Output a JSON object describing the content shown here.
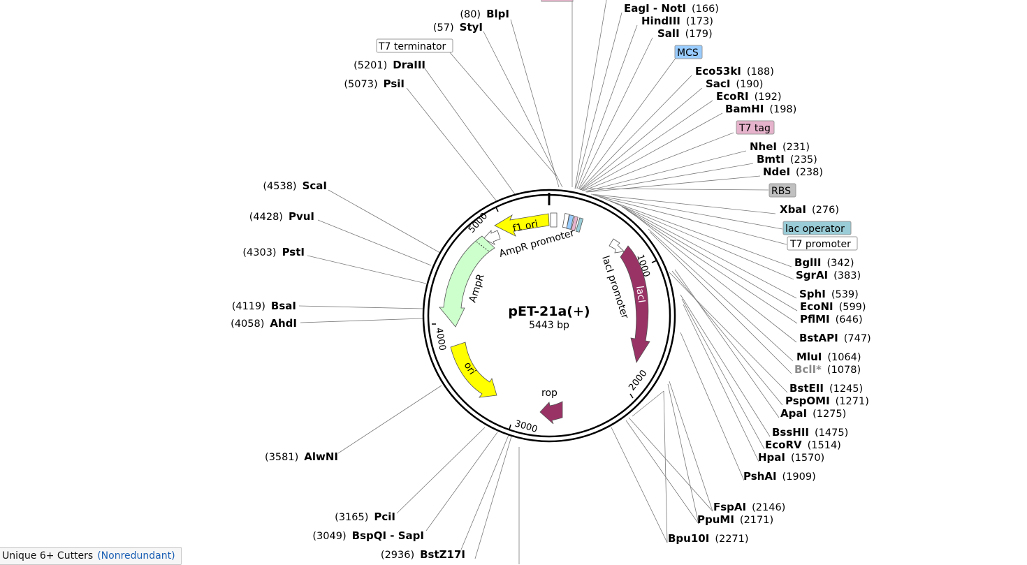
{
  "plasmid": {
    "name": "pET-21a(+)",
    "length_label": "5443 bp"
  },
  "ruler_labels": [
    "1000",
    "2000",
    "3000",
    "4000",
    "5000"
  ],
  "enzymes": [
    {
      "name": "BlpI",
      "pos": "(80)"
    },
    {
      "name": "StyI",
      "pos": "(57)"
    },
    {
      "name": "DraIII",
      "pos": "(5201)"
    },
    {
      "name": "PsiI",
      "pos": "(5073)"
    },
    {
      "name": "EagI - NotI",
      "pos": "(166)"
    },
    {
      "name": "HindIII",
      "pos": "(173)"
    },
    {
      "name": "SalI",
      "pos": "(179)"
    },
    {
      "name": "Eco53kI",
      "pos": "(188)"
    },
    {
      "name": "SacI",
      "pos": "(190)"
    },
    {
      "name": "EcoRI",
      "pos": "(192)"
    },
    {
      "name": "BamHI",
      "pos": "(198)"
    },
    {
      "name": "NheI",
      "pos": "(231)"
    },
    {
      "name": "BmtI",
      "pos": "(235)"
    },
    {
      "name": "NdeI",
      "pos": "(238)"
    },
    {
      "name": "XbaI",
      "pos": "(276)"
    },
    {
      "name": "BglII",
      "pos": "(342)"
    },
    {
      "name": "SgrAI",
      "pos": "(383)"
    },
    {
      "name": "SphI",
      "pos": "(539)"
    },
    {
      "name": "EcoNI",
      "pos": "(599)"
    },
    {
      "name": "PflMI",
      "pos": "(646)"
    },
    {
      "name": "BstAPI",
      "pos": "(747)"
    },
    {
      "name": "MluI",
      "pos": "(1064)"
    },
    {
      "name": "BclI*",
      "pos": "(1078)"
    },
    {
      "name": "BstEII",
      "pos": "(1245)"
    },
    {
      "name": "PspOMI",
      "pos": "(1271)"
    },
    {
      "name": "ApaI",
      "pos": "(1275)"
    },
    {
      "name": "BssHII",
      "pos": "(1475)"
    },
    {
      "name": "EcoRV",
      "pos": "(1514)"
    },
    {
      "name": "HpaI",
      "pos": "(1570)"
    },
    {
      "name": "PshAI",
      "pos": "(1909)"
    },
    {
      "name": "FspAI",
      "pos": "(2146)"
    },
    {
      "name": "PpuMI",
      "pos": "(2171)"
    },
    {
      "name": "Bpu10I",
      "pos": "(2271)"
    },
    {
      "name": "ScaI",
      "pos": "(4538)"
    },
    {
      "name": "PvuI",
      "pos": "(4428)"
    },
    {
      "name": "PstI",
      "pos": "(4303)"
    },
    {
      "name": "BsaI",
      "pos": "(4119)"
    },
    {
      "name": "AhdI",
      "pos": "(4058)"
    },
    {
      "name": "AlwNI",
      "pos": "(3581)"
    },
    {
      "name": "PciI",
      "pos": "(3165)"
    },
    {
      "name": "BspQI - SapI",
      "pos": "(3049)"
    },
    {
      "name": "BstZ17I",
      "pos": "(2936)"
    }
  ],
  "feature_labels": [
    "T7 terminator",
    "MCS",
    "T7 tag",
    "RBS",
    "lac operator",
    "T7 promoter"
  ],
  "inner_labels": [
    "f1 ori",
    "AmpR promoter",
    "AmpR",
    "ori",
    "rop",
    "lacI",
    "lacI promoter"
  ],
  "colors": {
    "f1_ori": "#ffff00",
    "ori": "#ffff00",
    "ampr": "#ccffcc",
    "laci": "#993366",
    "rop": "#993366",
    "mcs": "#99ccff",
    "t7tag": "#e6b3cc",
    "rbs": "#c0c0c0",
    "lac_operator": "#99ccd6"
  },
  "footer": {
    "text": "Unique 6+ Cutters",
    "link": "(Nonredundant)"
  }
}
